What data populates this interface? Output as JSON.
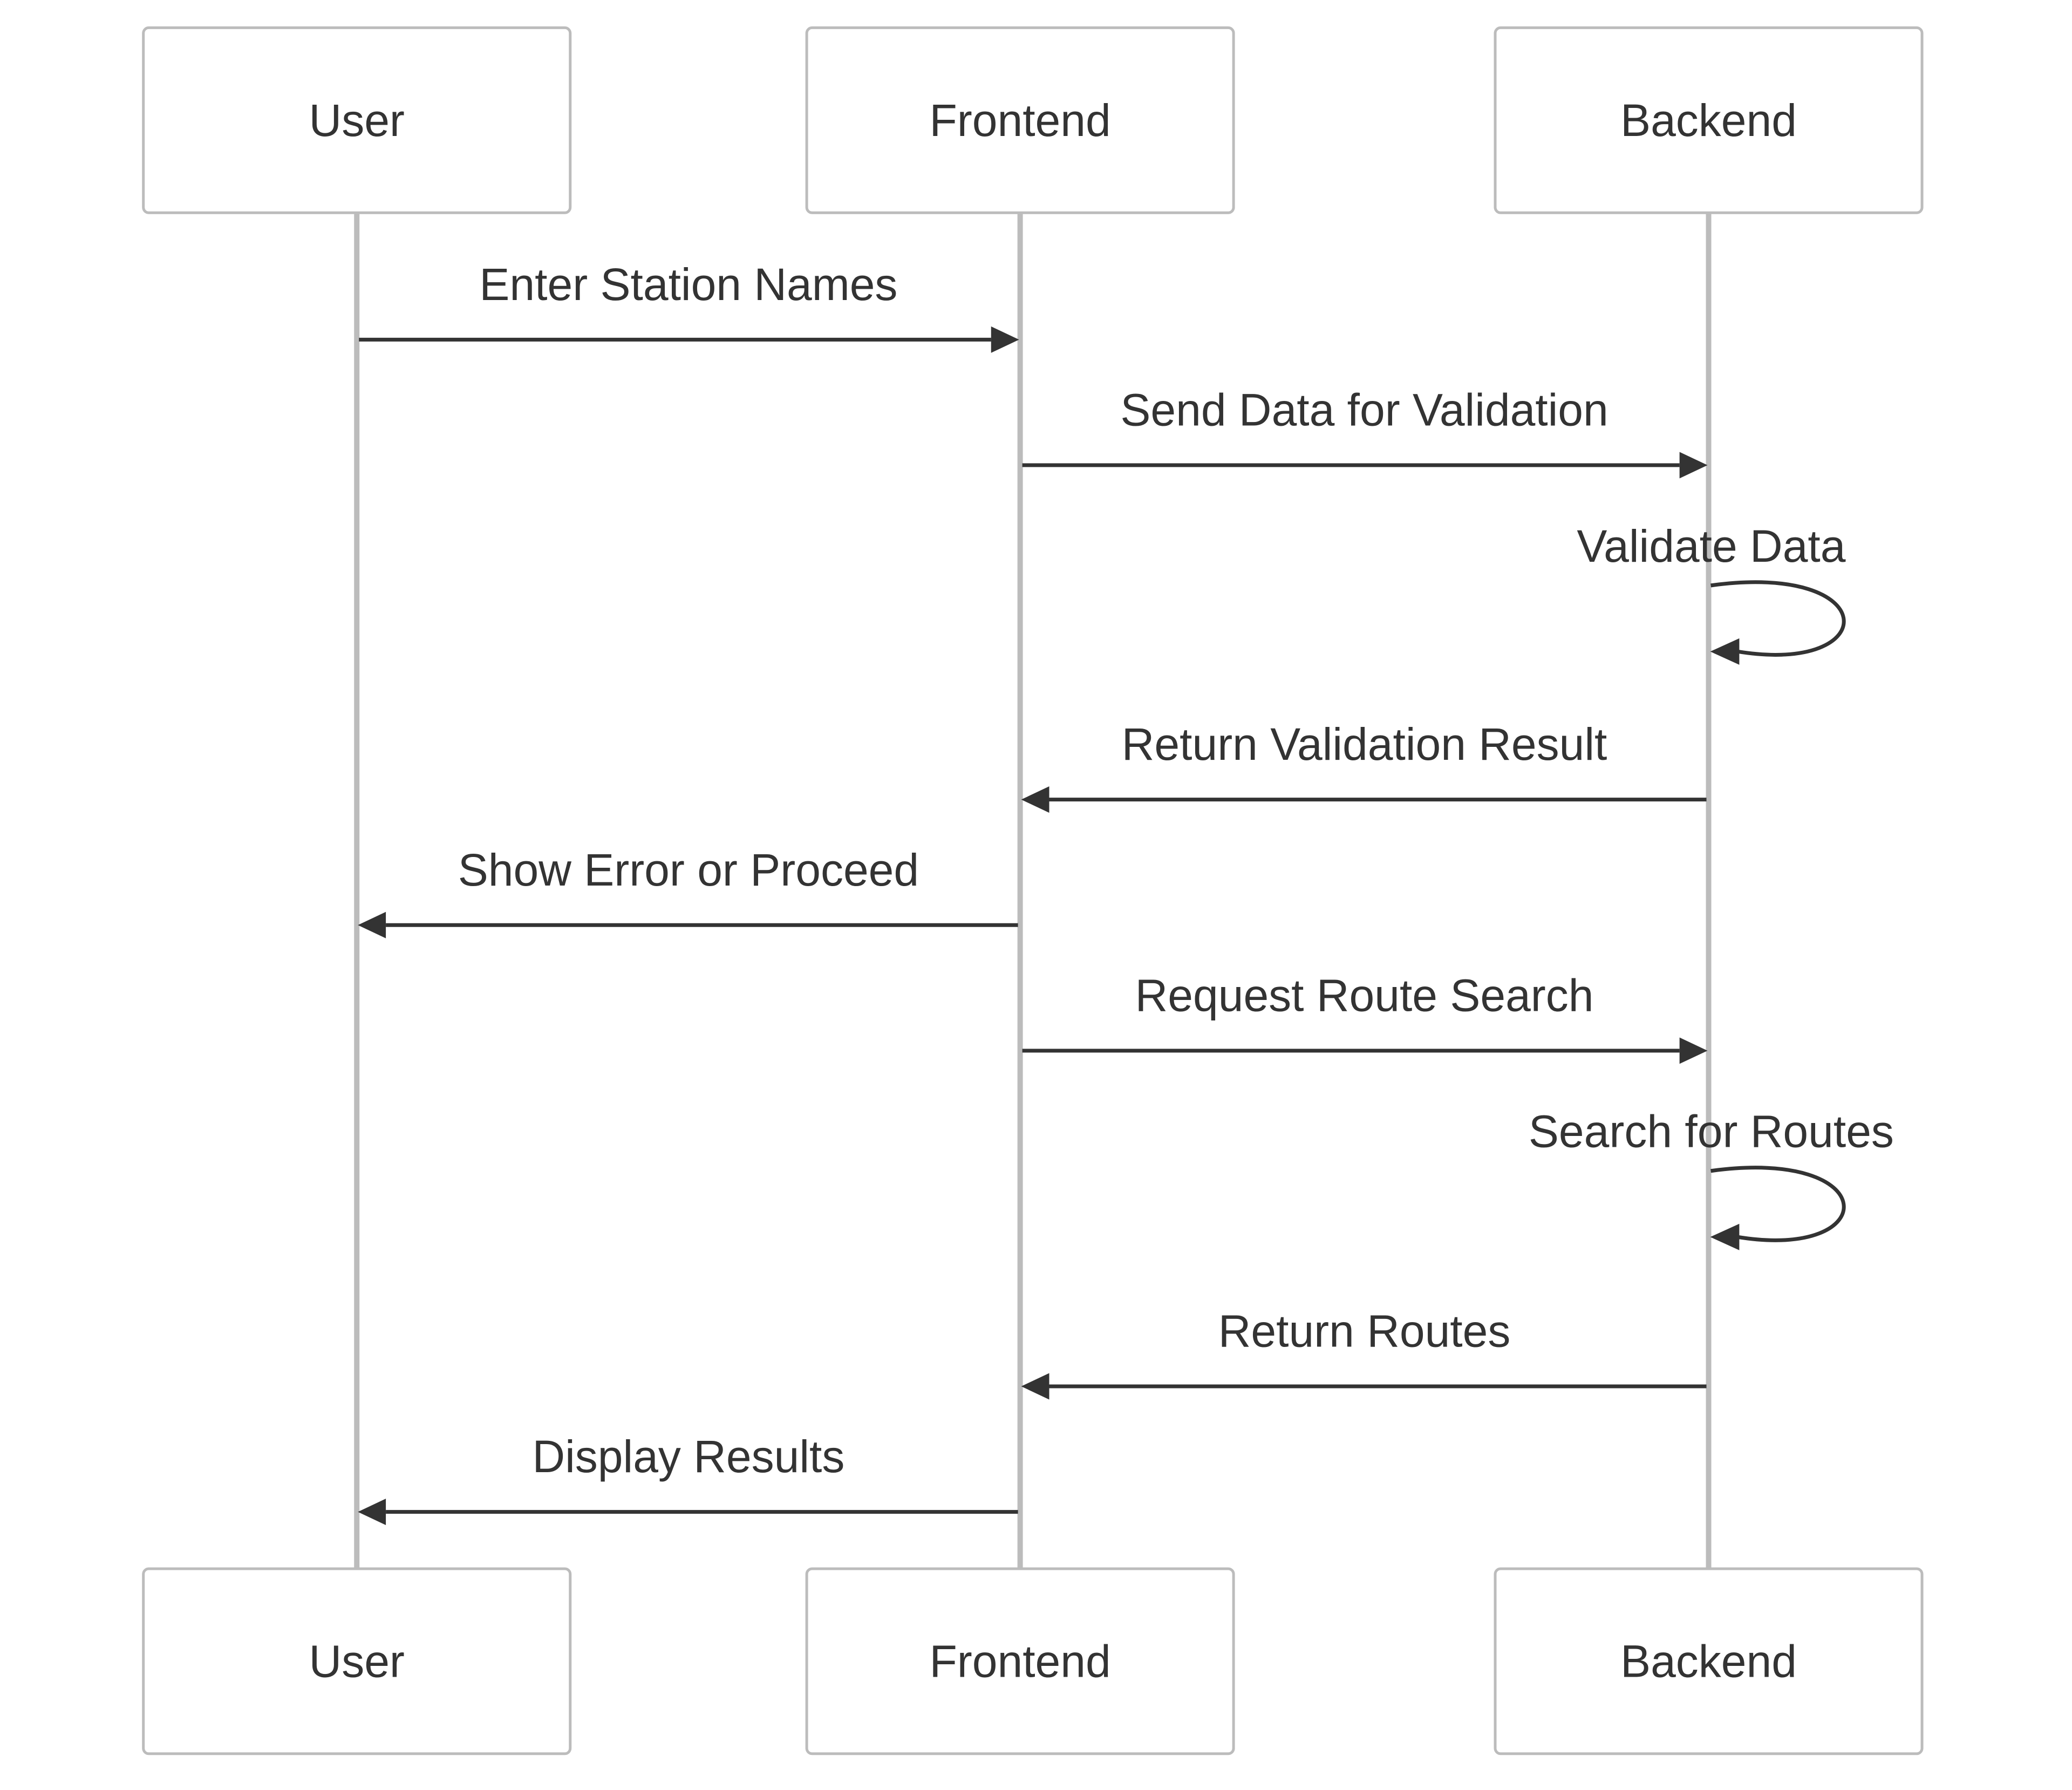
{
  "diagram": {
    "type": "sequence",
    "participants": [
      {
        "id": "user",
        "label": "User"
      },
      {
        "id": "frontend",
        "label": "Frontend"
      },
      {
        "id": "backend",
        "label": "Backend"
      }
    ],
    "messages": [
      {
        "from": "user",
        "to": "frontend",
        "label": "Enter Station Names"
      },
      {
        "from": "frontend",
        "to": "backend",
        "label": "Send Data for Validation"
      },
      {
        "from": "backend",
        "to": "backend",
        "label": "Validate Data"
      },
      {
        "from": "backend",
        "to": "frontend",
        "label": "Return Validation Result"
      },
      {
        "from": "frontend",
        "to": "user",
        "label": "Show Error or Proceed"
      },
      {
        "from": "frontend",
        "to": "backend",
        "label": "Request Route Search"
      },
      {
        "from": "backend",
        "to": "backend",
        "label": "Search for Routes"
      },
      {
        "from": "backend",
        "to": "frontend",
        "label": "Return Routes"
      },
      {
        "from": "frontend",
        "to": "user",
        "label": "Display Results"
      }
    ]
  }
}
